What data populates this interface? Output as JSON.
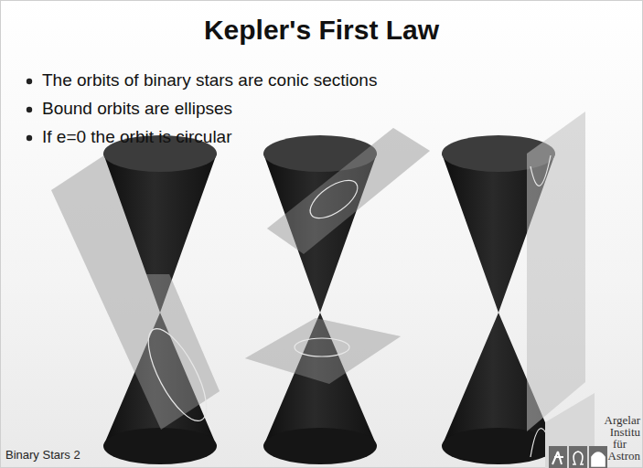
{
  "diagram": {
    "title": "Kepler's First Law",
    "labels": [
      "The orbits of binary stars are conic sections",
      "Bound orbits are ellipses",
      "If e=0 the orbit is circular",
      "Binary Stars 2",
      "Argelar",
      "Institu",
      "für",
      "Astron"
    ]
  }
}
